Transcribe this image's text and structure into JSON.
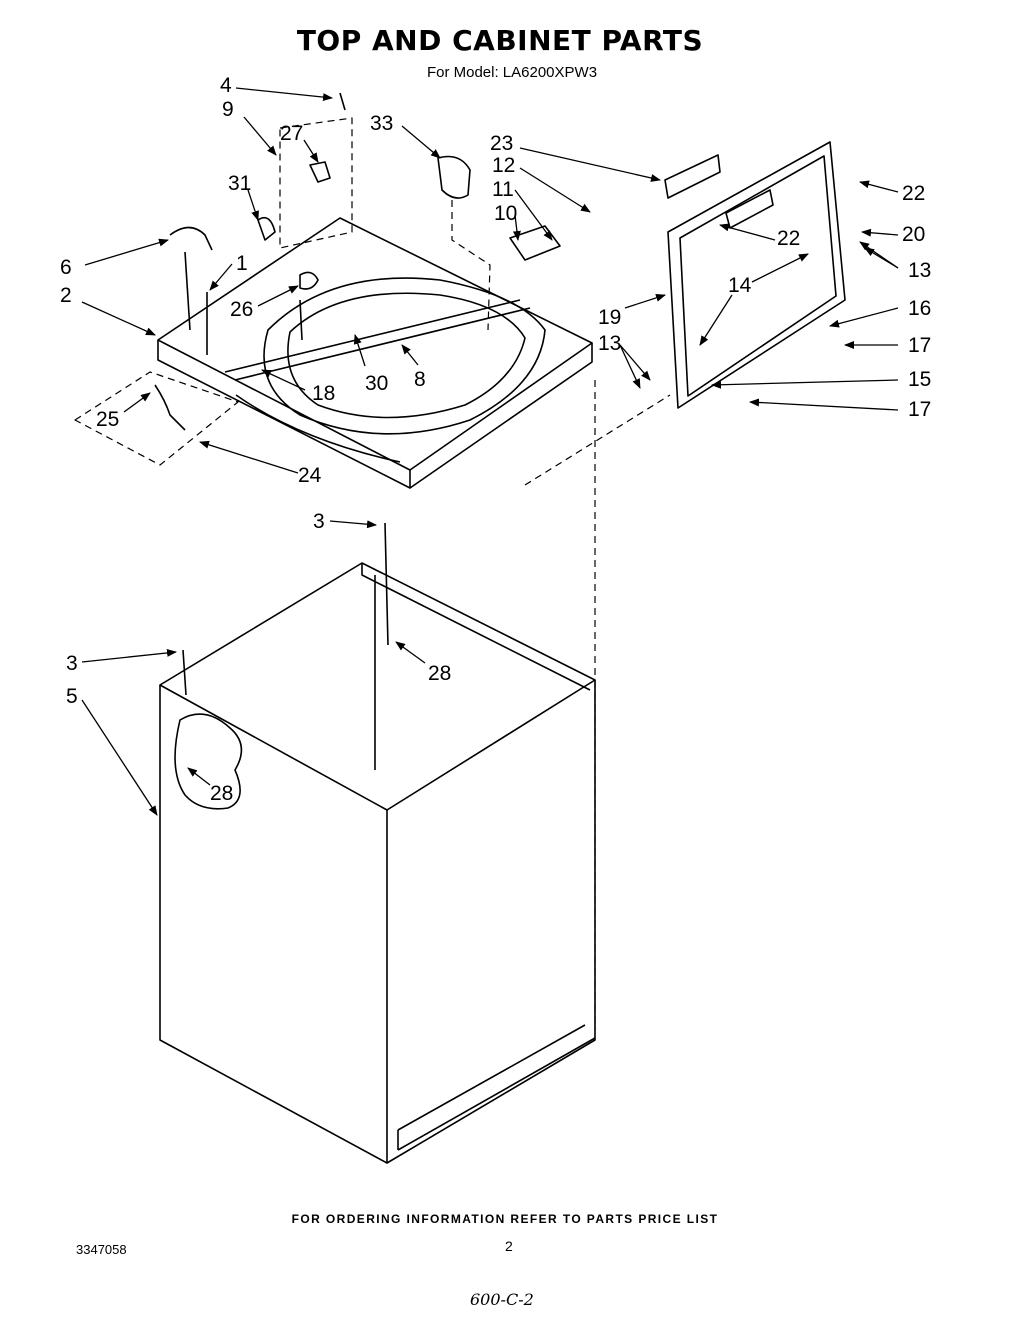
{
  "title": "TOP AND CABINET PARTS",
  "subtitle": "For Model: LA6200XPW3",
  "footer": {
    "ordering_note": "FOR ORDERING INFORMATION REFER TO PARTS PRICE LIST",
    "document_number": "3347058",
    "page_number": "2",
    "handwritten_note": "600-C-2"
  },
  "callouts": [
    {
      "id": "c4",
      "label": "4"
    },
    {
      "id": "c9",
      "label": "9"
    },
    {
      "id": "c27",
      "label": "27"
    },
    {
      "id": "c33",
      "label": "33"
    },
    {
      "id": "c23",
      "label": "23"
    },
    {
      "id": "c12",
      "label": "12"
    },
    {
      "id": "c11",
      "label": "11"
    },
    {
      "id": "c10",
      "label": "10"
    },
    {
      "id": "c31",
      "label": "31"
    },
    {
      "id": "c6",
      "label": "6"
    },
    {
      "id": "c1",
      "label": "1"
    },
    {
      "id": "c2",
      "label": "2"
    },
    {
      "id": "c26",
      "label": "26"
    },
    {
      "id": "c30",
      "label": "30"
    },
    {
      "id": "c8",
      "label": "8"
    },
    {
      "id": "c18",
      "label": "18"
    },
    {
      "id": "c25",
      "label": "25"
    },
    {
      "id": "c24",
      "label": "24"
    },
    {
      "id": "c22a",
      "label": "22"
    },
    {
      "id": "c22b",
      "label": "22"
    },
    {
      "id": "c20",
      "label": "20"
    },
    {
      "id": "c13a",
      "label": "13"
    },
    {
      "id": "c14",
      "label": "14"
    },
    {
      "id": "c16",
      "label": "16"
    },
    {
      "id": "c19",
      "label": "19"
    },
    {
      "id": "c13b",
      "label": "13"
    },
    {
      "id": "c17a",
      "label": "17"
    },
    {
      "id": "c15",
      "label": "15"
    },
    {
      "id": "c17b",
      "label": "17"
    },
    {
      "id": "c3a",
      "label": "3"
    },
    {
      "id": "c28a",
      "label": "28"
    },
    {
      "id": "c3b",
      "label": "3"
    },
    {
      "id": "c5",
      "label": "5"
    },
    {
      "id": "c28b",
      "label": "28"
    }
  ]
}
